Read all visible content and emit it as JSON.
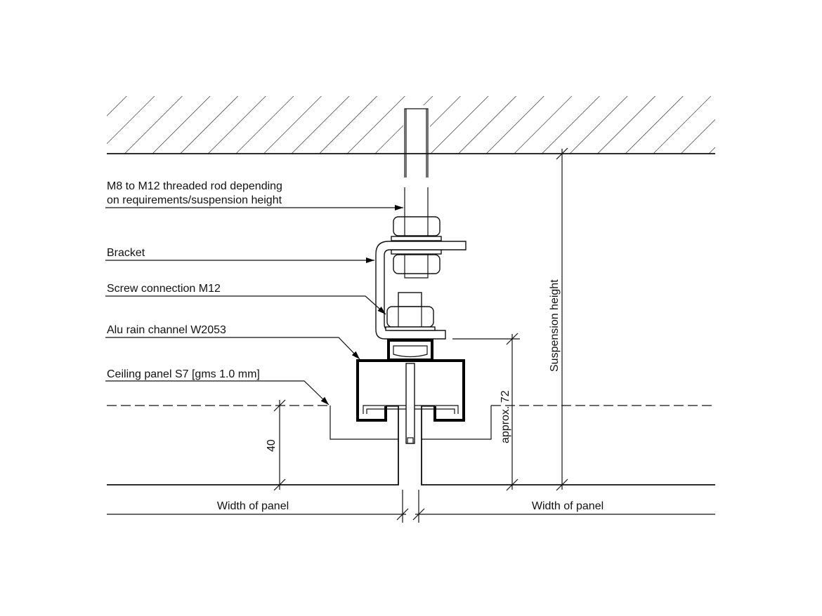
{
  "labels": {
    "rod_line1": "M8 to M12 threaded rod depending",
    "rod_line2": "on requirements/suspension height",
    "bracket": "Bracket",
    "screw": "Screw connection M12",
    "channel": "Alu rain channel W2053",
    "panel": "Ceiling panel S7 [gms 1.0 mm]"
  },
  "dimensions": {
    "panel_depth": "40",
    "channel_height": "approx. 72",
    "suspension": "Suspension height",
    "width_left": "Width of panel",
    "width_right": "Width of panel"
  }
}
